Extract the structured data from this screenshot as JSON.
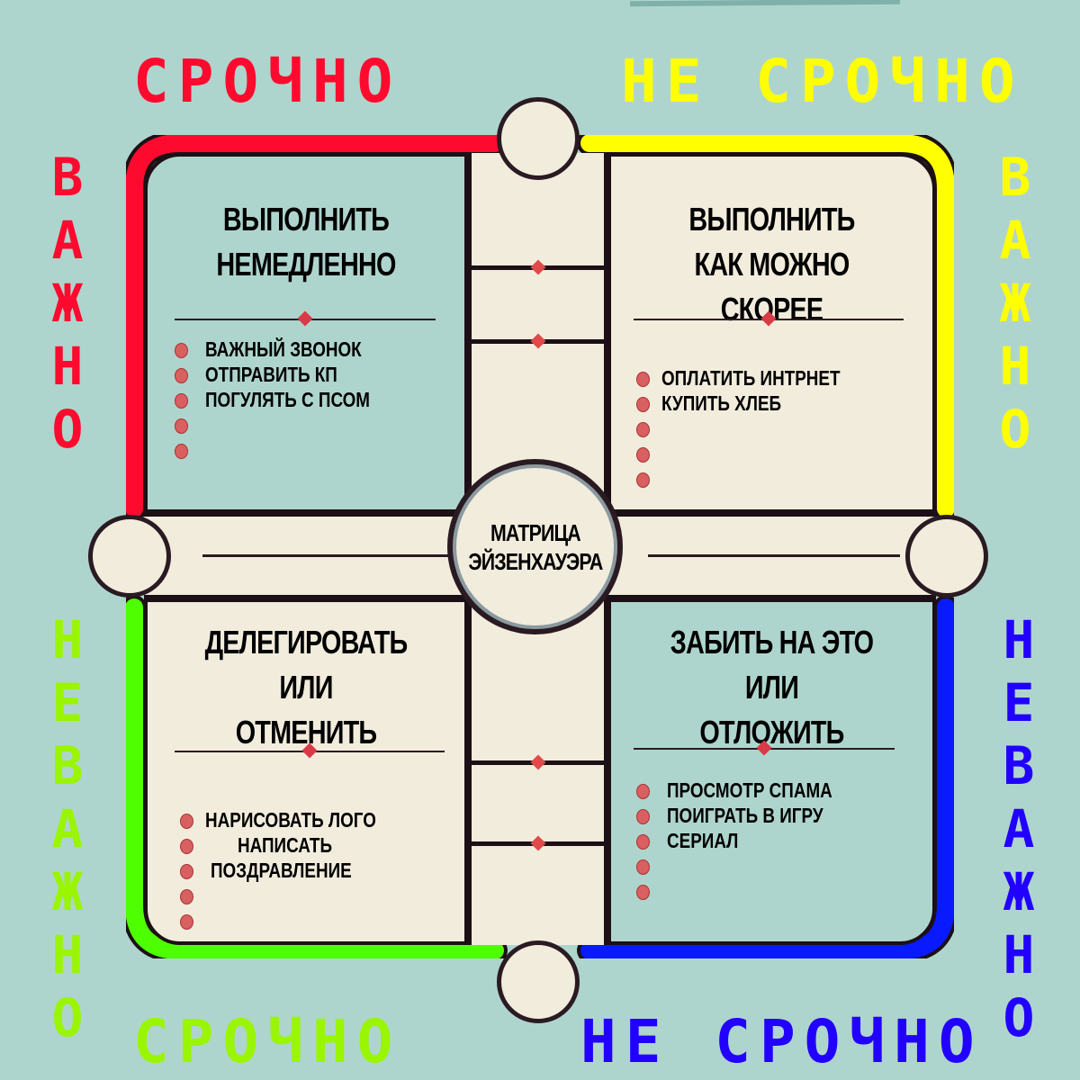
{
  "axes": {
    "top_left": {
      "label": "СРОЧНО",
      "color": "#ff0a2f"
    },
    "top_right": {
      "label": "НЕ СРОЧНО",
      "color": "#ffff00"
    },
    "bottom_left": {
      "label": "СРОЧНО",
      "color": "#99f500"
    },
    "bottom_right": {
      "label": "НЕ СРОЧНО",
      "color": "#2200ff"
    },
    "left_top": {
      "letters": [
        "В",
        "А",
        "Ж",
        "Н",
        "О"
      ],
      "color": "#ff0a2f"
    },
    "right_top": {
      "letters": [
        "В",
        "А",
        "Ж",
        "Н",
        "О"
      ],
      "color": "#ffff00"
    },
    "left_bottom": {
      "letters": [
        "Н",
        "Е",
        "В",
        "А",
        "Ж",
        "Н",
        "О"
      ],
      "color": "#99f500"
    },
    "right_bottom": {
      "letters": [
        "Н",
        "Е",
        "В",
        "А",
        "Ж",
        "Н",
        "О"
      ],
      "color": "#2200ff"
    }
  },
  "center": {
    "line1": "МАТРИЦА",
    "line2": "ЭЙЗЕНХАУЭРА"
  },
  "quadrants": {
    "do_now": {
      "title": [
        "ВЫПОЛНИТЬ",
        "НЕМЕДЛЕННО"
      ],
      "items": [
        "ВАЖНЫЙ ЗВОНОК",
        "ОТПРАВИТЬ КП",
        "ПОГУЛЯТЬ С ПСОМ",
        "",
        ""
      ],
      "accent": "#ff0a2f"
    },
    "schedule": {
      "title": [
        "ВЫПОЛНИТЬ",
        "КАК МОЖНО СКОРЕЕ"
      ],
      "items": [
        "ОПЛАТИТЬ ИНТРНЕТ",
        "КУПИТЬ ХЛЕБ",
        "",
        "",
        ""
      ],
      "accent": "#ffff00"
    },
    "delegate": {
      "title": [
        "ДЕЛЕГИРОВАТЬ",
        "ИЛИ",
        "ОТМЕНИТЬ"
      ],
      "items": [
        "НАРИСОВАТЬ ЛОГО",
        "НАПИСАТЬ",
        "ПОЗДРАВЛЕНИЕ",
        "",
        ""
      ],
      "accent": "#4dff00"
    },
    "eliminate": {
      "title": [
        "ЗАБИТЬ НА ЭТО",
        "ИЛИ",
        "ОТЛОЖИТЬ"
      ],
      "items": [
        "ПРОСМОТР СПАМА",
        "ПОИГРАТЬ В ИГРУ",
        "СЕРИАЛ",
        "",
        ""
      ],
      "accent": "#0a1aff"
    }
  }
}
